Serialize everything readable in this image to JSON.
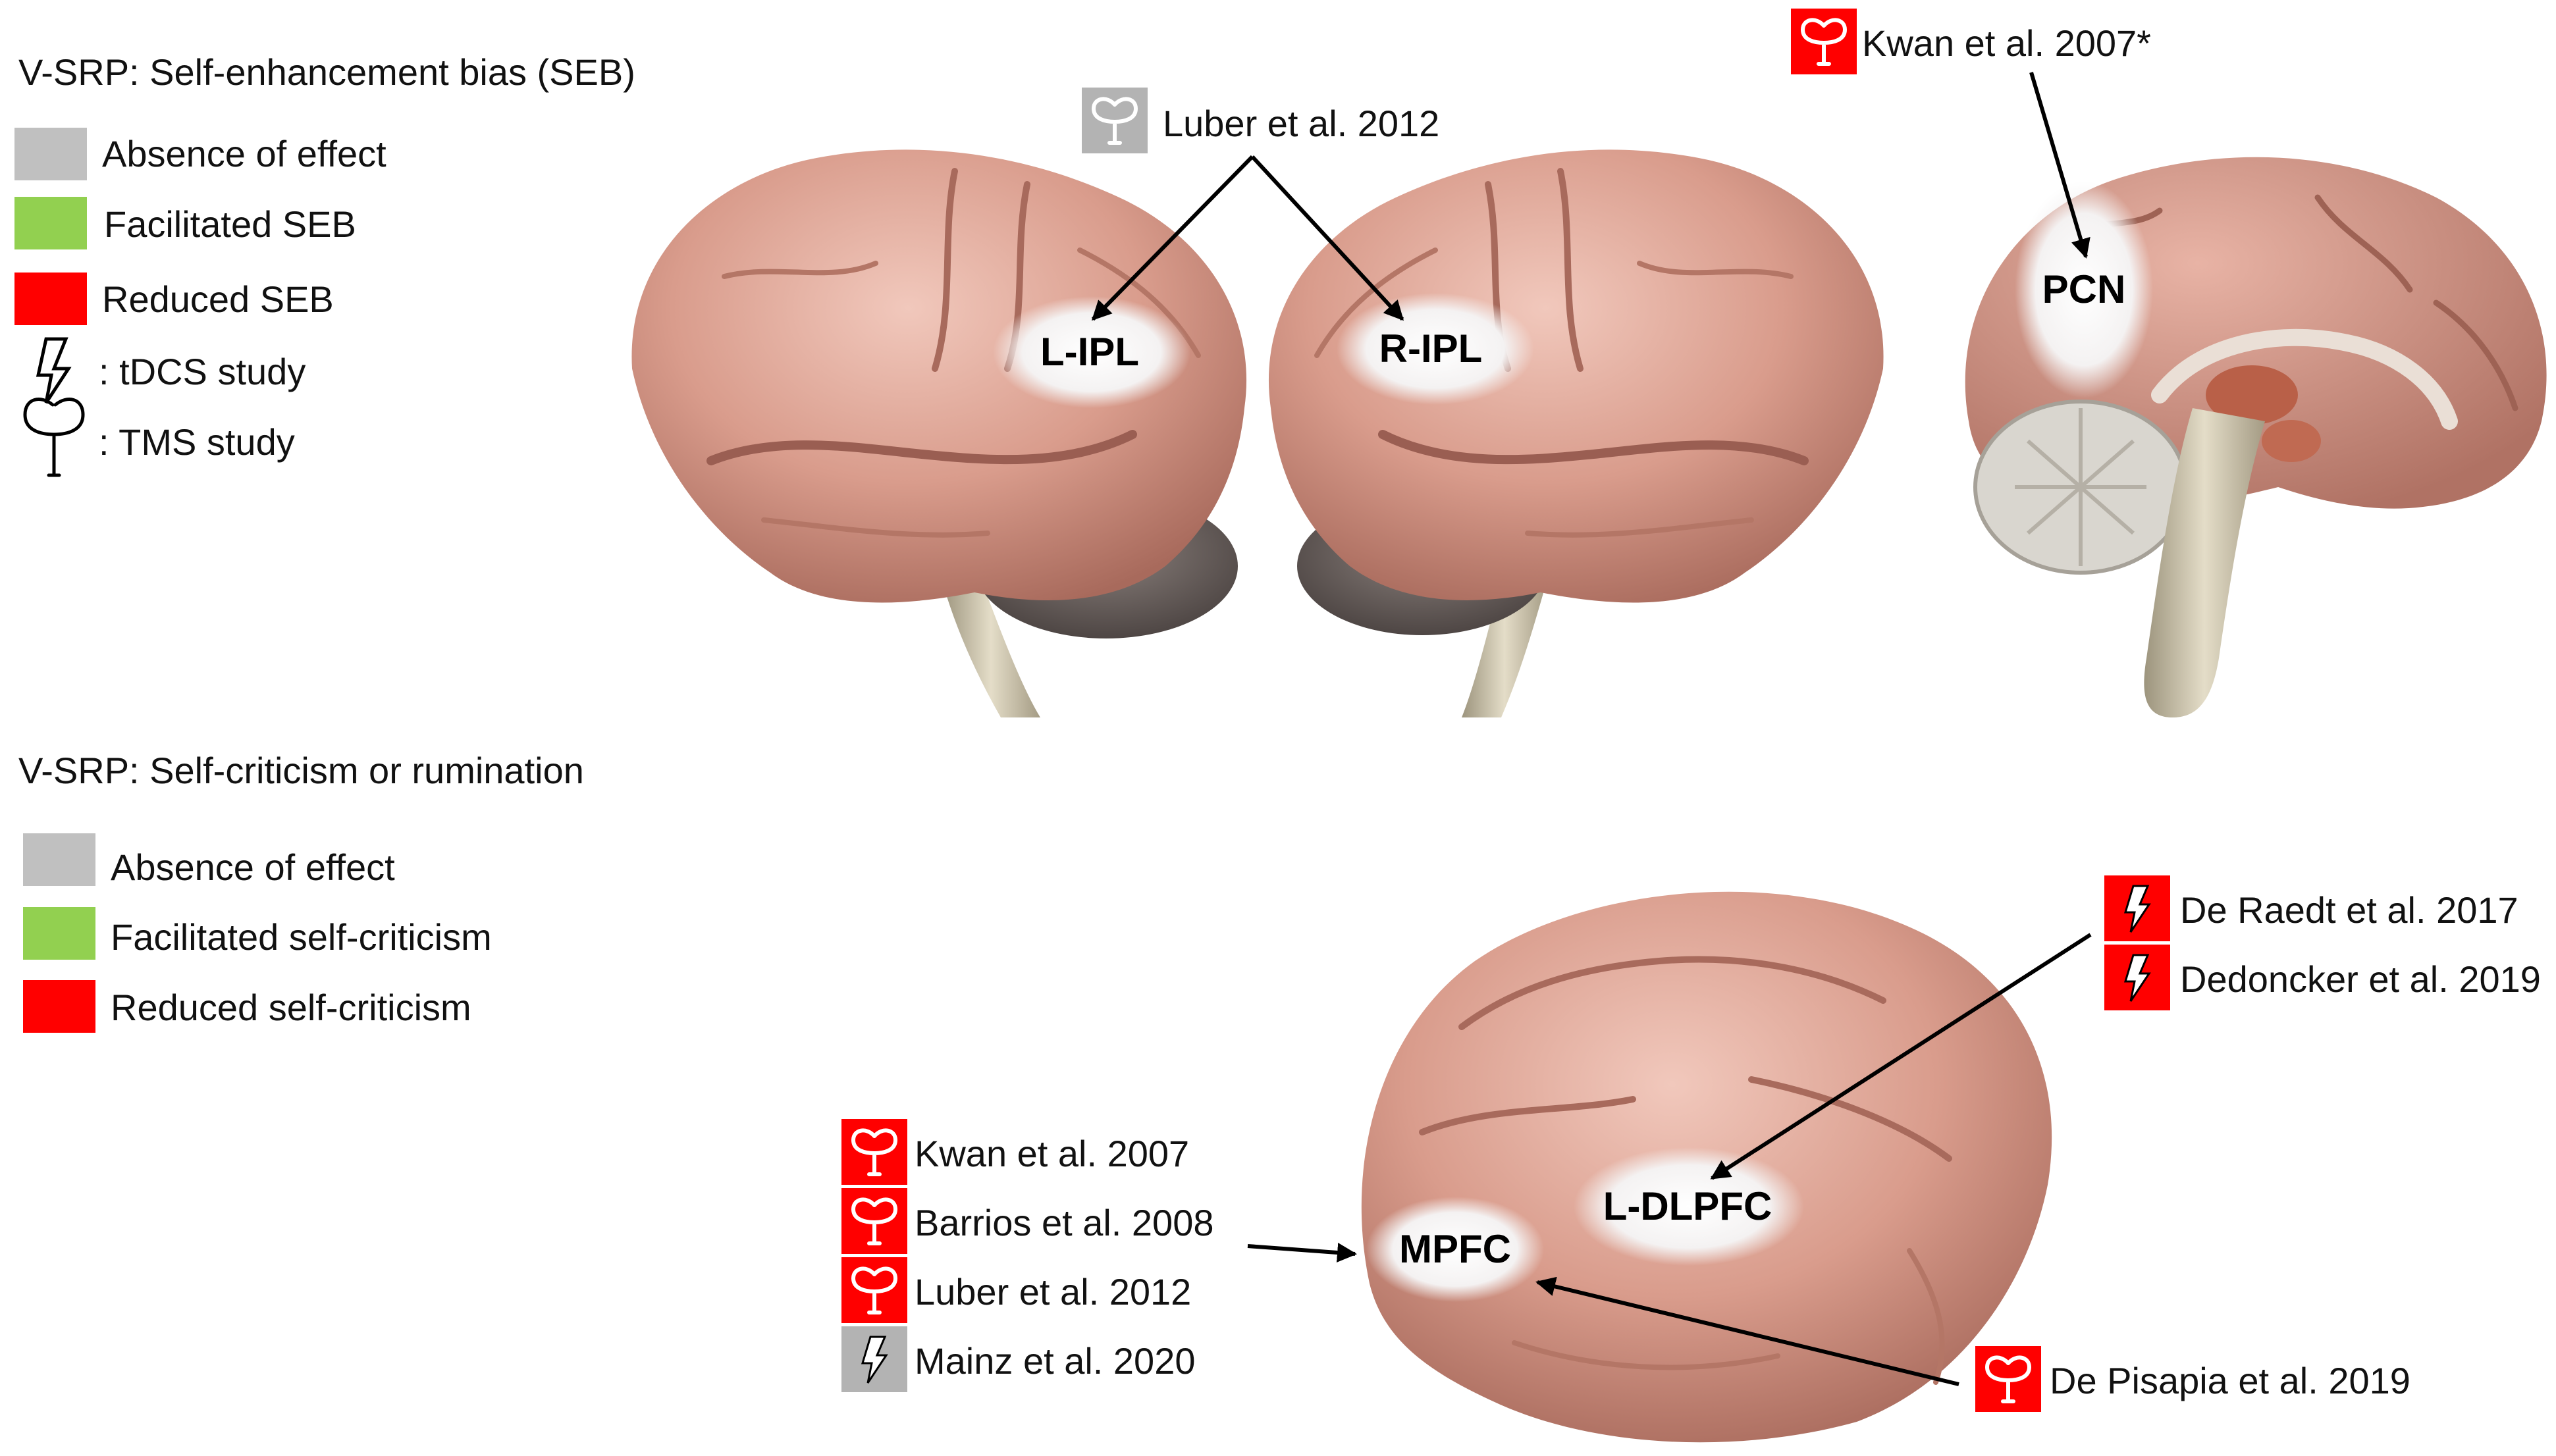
{
  "seb_legend": {
    "title": "V-SRP: Self-enhancement bias (SEB)",
    "items": [
      {
        "label": "Absence of effect",
        "color": "#c0c0c0"
      },
      {
        "label": "Facilitated SEB",
        "color": "#92d050"
      },
      {
        "label": "Reduced SEB",
        "color": "#ff0000"
      }
    ],
    "tdcs_label": ": tDCS study",
    "tms_label": ": TMS study"
  },
  "crit_legend": {
    "title": "V-SRP: Self-criticism or rumination",
    "items": [
      {
        "label": "Absence of effect",
        "color": "#c0c0c0"
      },
      {
        "label": "Facilitated self-criticism",
        "color": "#92d050"
      },
      {
        "label": "Reduced self-criticism",
        "color": "#ff0000"
      }
    ]
  },
  "regions": {
    "l_ipl": "L-IPL",
    "r_ipl": "R-IPL",
    "pcn": "PCN",
    "mpfc": "MPFC",
    "l_dlpfc": "L-DLPFC"
  },
  "studies": {
    "luber_2012_ipl": {
      "label": "Luber et al. 2012",
      "method": "TMS",
      "color": "#b3b3b3"
    },
    "kwan_2007_pcn": {
      "label": "Kwan et al. 2007*",
      "method": "TMS",
      "color": "#ff0000"
    },
    "de_raedt_2017": {
      "label": "De Raedt et al. 2017",
      "method": "tDCS",
      "color": "#ff0000"
    },
    "dedoncker_2019": {
      "label": "Dedoncker et al. 2019",
      "method": "tDCS",
      "color": "#ff0000"
    },
    "kwan_2007": {
      "label": "Kwan et al. 2007",
      "method": "TMS",
      "color": "#ff0000"
    },
    "barrios_2008": {
      "label": "Barrios et al. 2008",
      "method": "TMS",
      "color": "#ff0000"
    },
    "luber_2012_mpfc": {
      "label": "Luber et al. 2012",
      "method": "TMS",
      "color": "#ff0000"
    },
    "mainz_2020": {
      "label": "Mainz et al. 2020",
      "method": "tDCS",
      "color": "#b3b3b3"
    },
    "de_pisapia_2019": {
      "label": "De Pisapia et al. 2019",
      "method": "TMS",
      "color": "#ff0000"
    }
  },
  "colors": {
    "brain": "#d49a8a",
    "brain_dark": "#b87868",
    "cerebellum": "#6b6260",
    "stem": "#cfc7ae",
    "region_fill": "#f3f1f1"
  },
  "icons": [
    "tms-coil-icon",
    "lightning-bolt-icon",
    "arrow-icon"
  ]
}
